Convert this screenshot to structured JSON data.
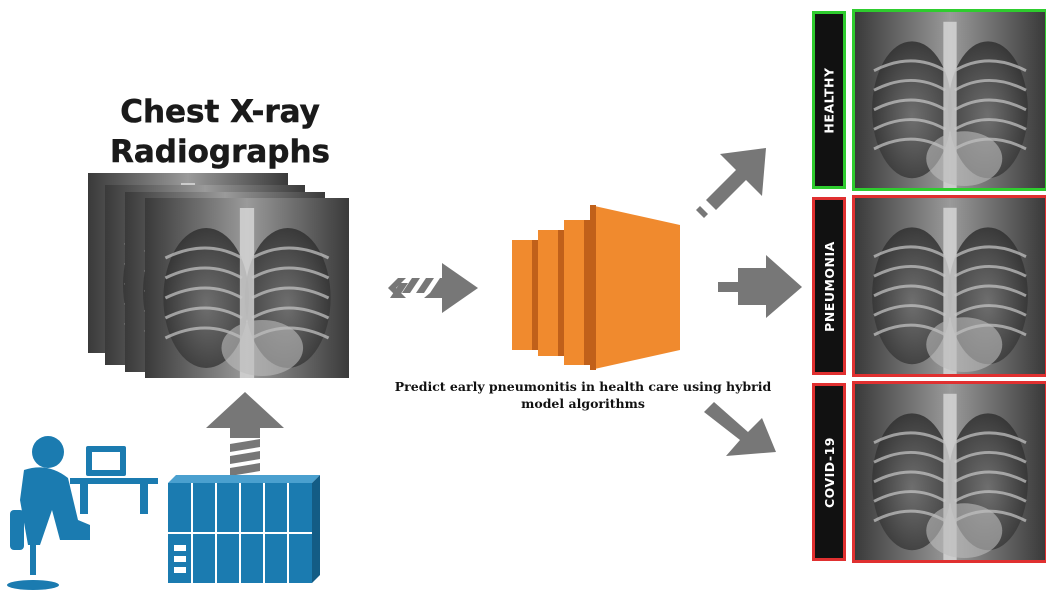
{
  "title": {
    "line1": "Chest X-ray",
    "line2": "Radiographs"
  },
  "caption": {
    "line1": "Predict early pneumonitis in health care using hybrid",
    "line2": "model algorithms"
  },
  "classes": [
    {
      "label": "HEALTHY",
      "color": "#2ecc2e"
    },
    {
      "label": "PNEUMONIA",
      "color": "#e03030"
    },
    {
      "label": "COVID-19",
      "color": "#e03030"
    }
  ],
  "colors": {
    "arrow": "#777777",
    "model": "#f08a2e",
    "model_dark": "#c0601a",
    "operator": "#1b7bb0",
    "storage": "#1b7bb0"
  },
  "icons": [
    "operator-icon",
    "server-storage-icon",
    "model-icon",
    "chest-xray-image",
    "arrow-icon"
  ]
}
